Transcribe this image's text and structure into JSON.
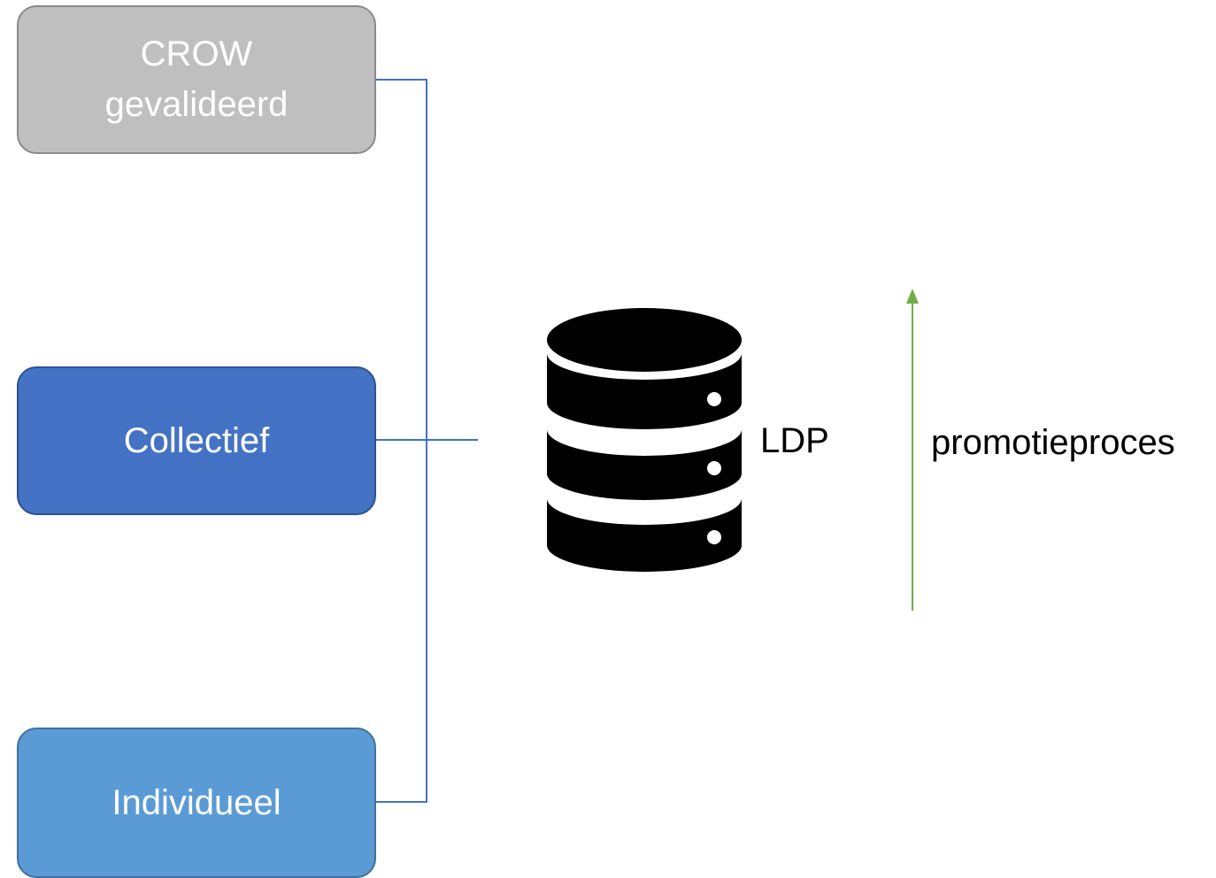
{
  "diagram": {
    "levels": [
      {
        "id": "crow",
        "label": "CROW\ngevalideerd",
        "fill": "#bfbfbf"
      },
      {
        "id": "collectief",
        "label": "Collectief",
        "fill": "#4472c4"
      },
      {
        "id": "individueel",
        "label": "Individueel",
        "fill": "#5b9bd5"
      }
    ],
    "database": {
      "label": "LDP",
      "icon": "database-icon"
    },
    "process": {
      "label": "promotieproces",
      "icon": "arrow-up-icon",
      "color": "#70ad47"
    },
    "connector_color": "#4472c4"
  }
}
